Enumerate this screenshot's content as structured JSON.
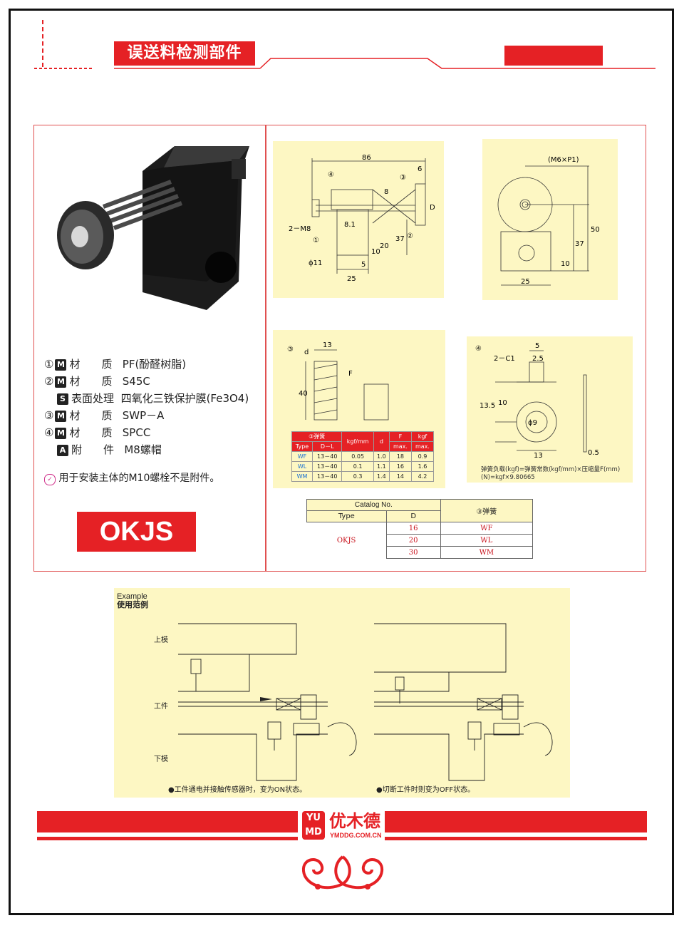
{
  "header": {
    "title": "误送料检测部件"
  },
  "specs": [
    {
      "num": "①",
      "badge": "M",
      "label": "材　　质",
      "value": "PF(酚醛树脂)"
    },
    {
      "num": "②",
      "badge": "M",
      "label": "材　　质",
      "value": "S45C"
    },
    {
      "num": "",
      "badge": "S",
      "label": "表面处理",
      "value": "四氧化三铁保护膜(Fe3O4)"
    },
    {
      "num": "③",
      "badge": "M",
      "label": "材　　质",
      "value": "SWP－A"
    },
    {
      "num": "④",
      "badge": "M",
      "label": "材　　质",
      "value": "SPCC"
    },
    {
      "num": "",
      "badge": "A",
      "label": "附　　件",
      "value": "M8螺帽"
    }
  ],
  "note": "用于安装主体的M10螺栓不是附件。",
  "product_code": "OKJS",
  "drawing1": {
    "d86": "86",
    "d6": "6",
    "c4": "④",
    "c3": "③",
    "c1": "①",
    "c2": "②",
    "m8": "2－M8",
    "d8": "8",
    "d81": "8.1",
    "D": "D",
    "d37": "37",
    "d20": "20",
    "d10": "10",
    "d5": "5",
    "phi11": "ϕ11",
    "d25": "25"
  },
  "drawing2": {
    "m6": "(M6×P1)",
    "d50": "50",
    "d37": "37",
    "d10": "10",
    "d25": "25"
  },
  "drawing3": {
    "label": "③",
    "d13": "13",
    "d": "d",
    "F": "F",
    "d40": "40"
  },
  "drawing4": {
    "label": "④",
    "d5": "5",
    "c1": "2－C1",
    "d25": "2.5",
    "d135": "13.5",
    "d10": "10",
    "phi": "ϕ9",
    "d13": "13",
    "d05": "0.5"
  },
  "spring_table": {
    "title": "③弹簧",
    "headers": [
      "Type",
      "D－L",
      "kgf/mm",
      "d",
      "F max.",
      "kgf max."
    ],
    "h_kgf": "kgf/mm",
    "h_d": "d",
    "h_F": "F",
    "h_Fmax": "max.",
    "h_kgf2": "kgf",
    "h_kgf2max": "max.",
    "h_type": "Type",
    "h_dl": "D－L",
    "rows": [
      {
        "type": "WF",
        "dl": "13－40",
        "k": "0.05",
        "d": "1.0",
        "f": "18",
        "kgf": "0.9"
      },
      {
        "type": "WL",
        "dl": "13－40",
        "k": "0.1",
        "d": "1.1",
        "f": "16",
        "kgf": "1.6"
      },
      {
        "type": "WM",
        "dl": "13－40",
        "k": "0.3",
        "d": "1.4",
        "f": "14",
        "kgf": "4.2"
      }
    ]
  },
  "formula": {
    "line1": "弹簧负载(kgf)=弹簧常数(kgf/mm)×压缩量F(mm)",
    "line2": "(N)=kgf×9.80665"
  },
  "catalog": {
    "title": "Catalog No.",
    "type_h": "Type",
    "d_h": "D",
    "spring_h": "③弹簧",
    "type": "OKJS",
    "rows": [
      {
        "d": "16",
        "s": "WF"
      },
      {
        "d": "20",
        "s": "WL"
      },
      {
        "d": "30",
        "s": "WM"
      }
    ]
  },
  "example": {
    "title_en": "Example",
    "title_cn": "使用范例",
    "upper": "上模",
    "work": "工件",
    "lower": "下模",
    "caption_left": "●工件通电并接触传感器时，变为ON状态。",
    "caption_right": "●切断工件时则变为OFF状态。"
  },
  "footer": {
    "logo_top": "YU",
    "logo_bottom": "MD",
    "brand": "优木德",
    "url": "YMDDG.COM.CN"
  },
  "colors": {
    "accent": "#e52125",
    "panel_bg": "#fdf7c3"
  }
}
